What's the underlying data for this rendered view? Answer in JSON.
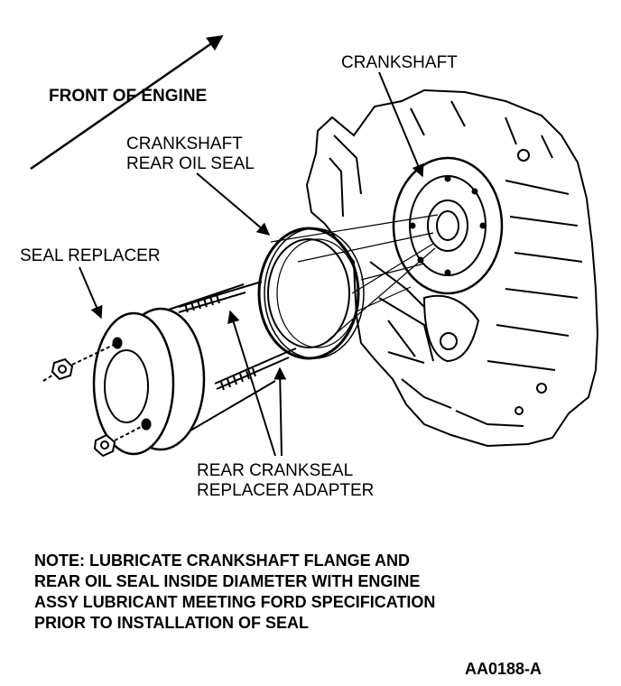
{
  "diagram": {
    "direction_label": "FRONT OF ENGINE",
    "labels": {
      "crankshaft": "CRANKSHAFT",
      "rear_oil_seal_line1": "CRANKSHAFT",
      "rear_oil_seal_line2": "REAR OIL SEAL",
      "seal_replacer": "SEAL REPLACER",
      "adapter_line1": "REAR CRANKSEAL",
      "adapter_line2": "REPLACER ADAPTER"
    },
    "note_lines": [
      "NOTE: LUBRICATE CRANKSHAFT FLANGE AND",
      "REAR OIL SEAL INSIDE DIAMETER WITH ENGINE",
      "ASSY LUBRICANT MEETING FORD SPECIFICATION",
      "PRIOR TO INSTALLATION OF SEAL"
    ],
    "figure_code": "AA0188-A"
  },
  "colors": {
    "ink": "#000000",
    "paper": "#ffffff"
  }
}
